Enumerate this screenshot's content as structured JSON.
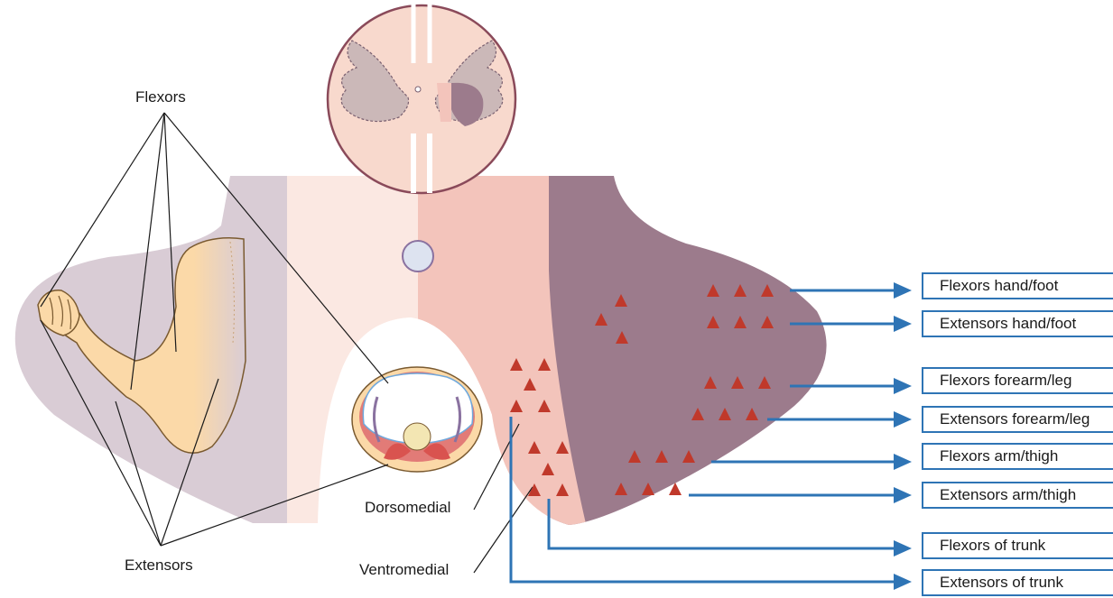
{
  "labels": {
    "flexors": "Flexors",
    "extensors": "Extensors",
    "dorsomedial": "Dorsomedial",
    "ventromedial": "Ventromedial"
  },
  "output_boxes": [
    "Flexors hand/foot",
    "Extensors hand/foot",
    "Flexors forearm/leg",
    "Extensors forearm/leg",
    "Flexors arm/thigh",
    "Extensors arm/thigh",
    "Flexors of trunk",
    "Extensors of trunk"
  ],
  "colors": {
    "arrow": "#2e74b5",
    "motor_neuron": "#c0392b",
    "dorsolateral_region": "#9c7b8c",
    "medial_region": "#f3c4bb",
    "pale_region": "#fbe8e2",
    "lateral_light": "#d9ccd5"
  },
  "icons": {
    "motor_neuron": "triangle",
    "central_canal": "circle"
  }
}
